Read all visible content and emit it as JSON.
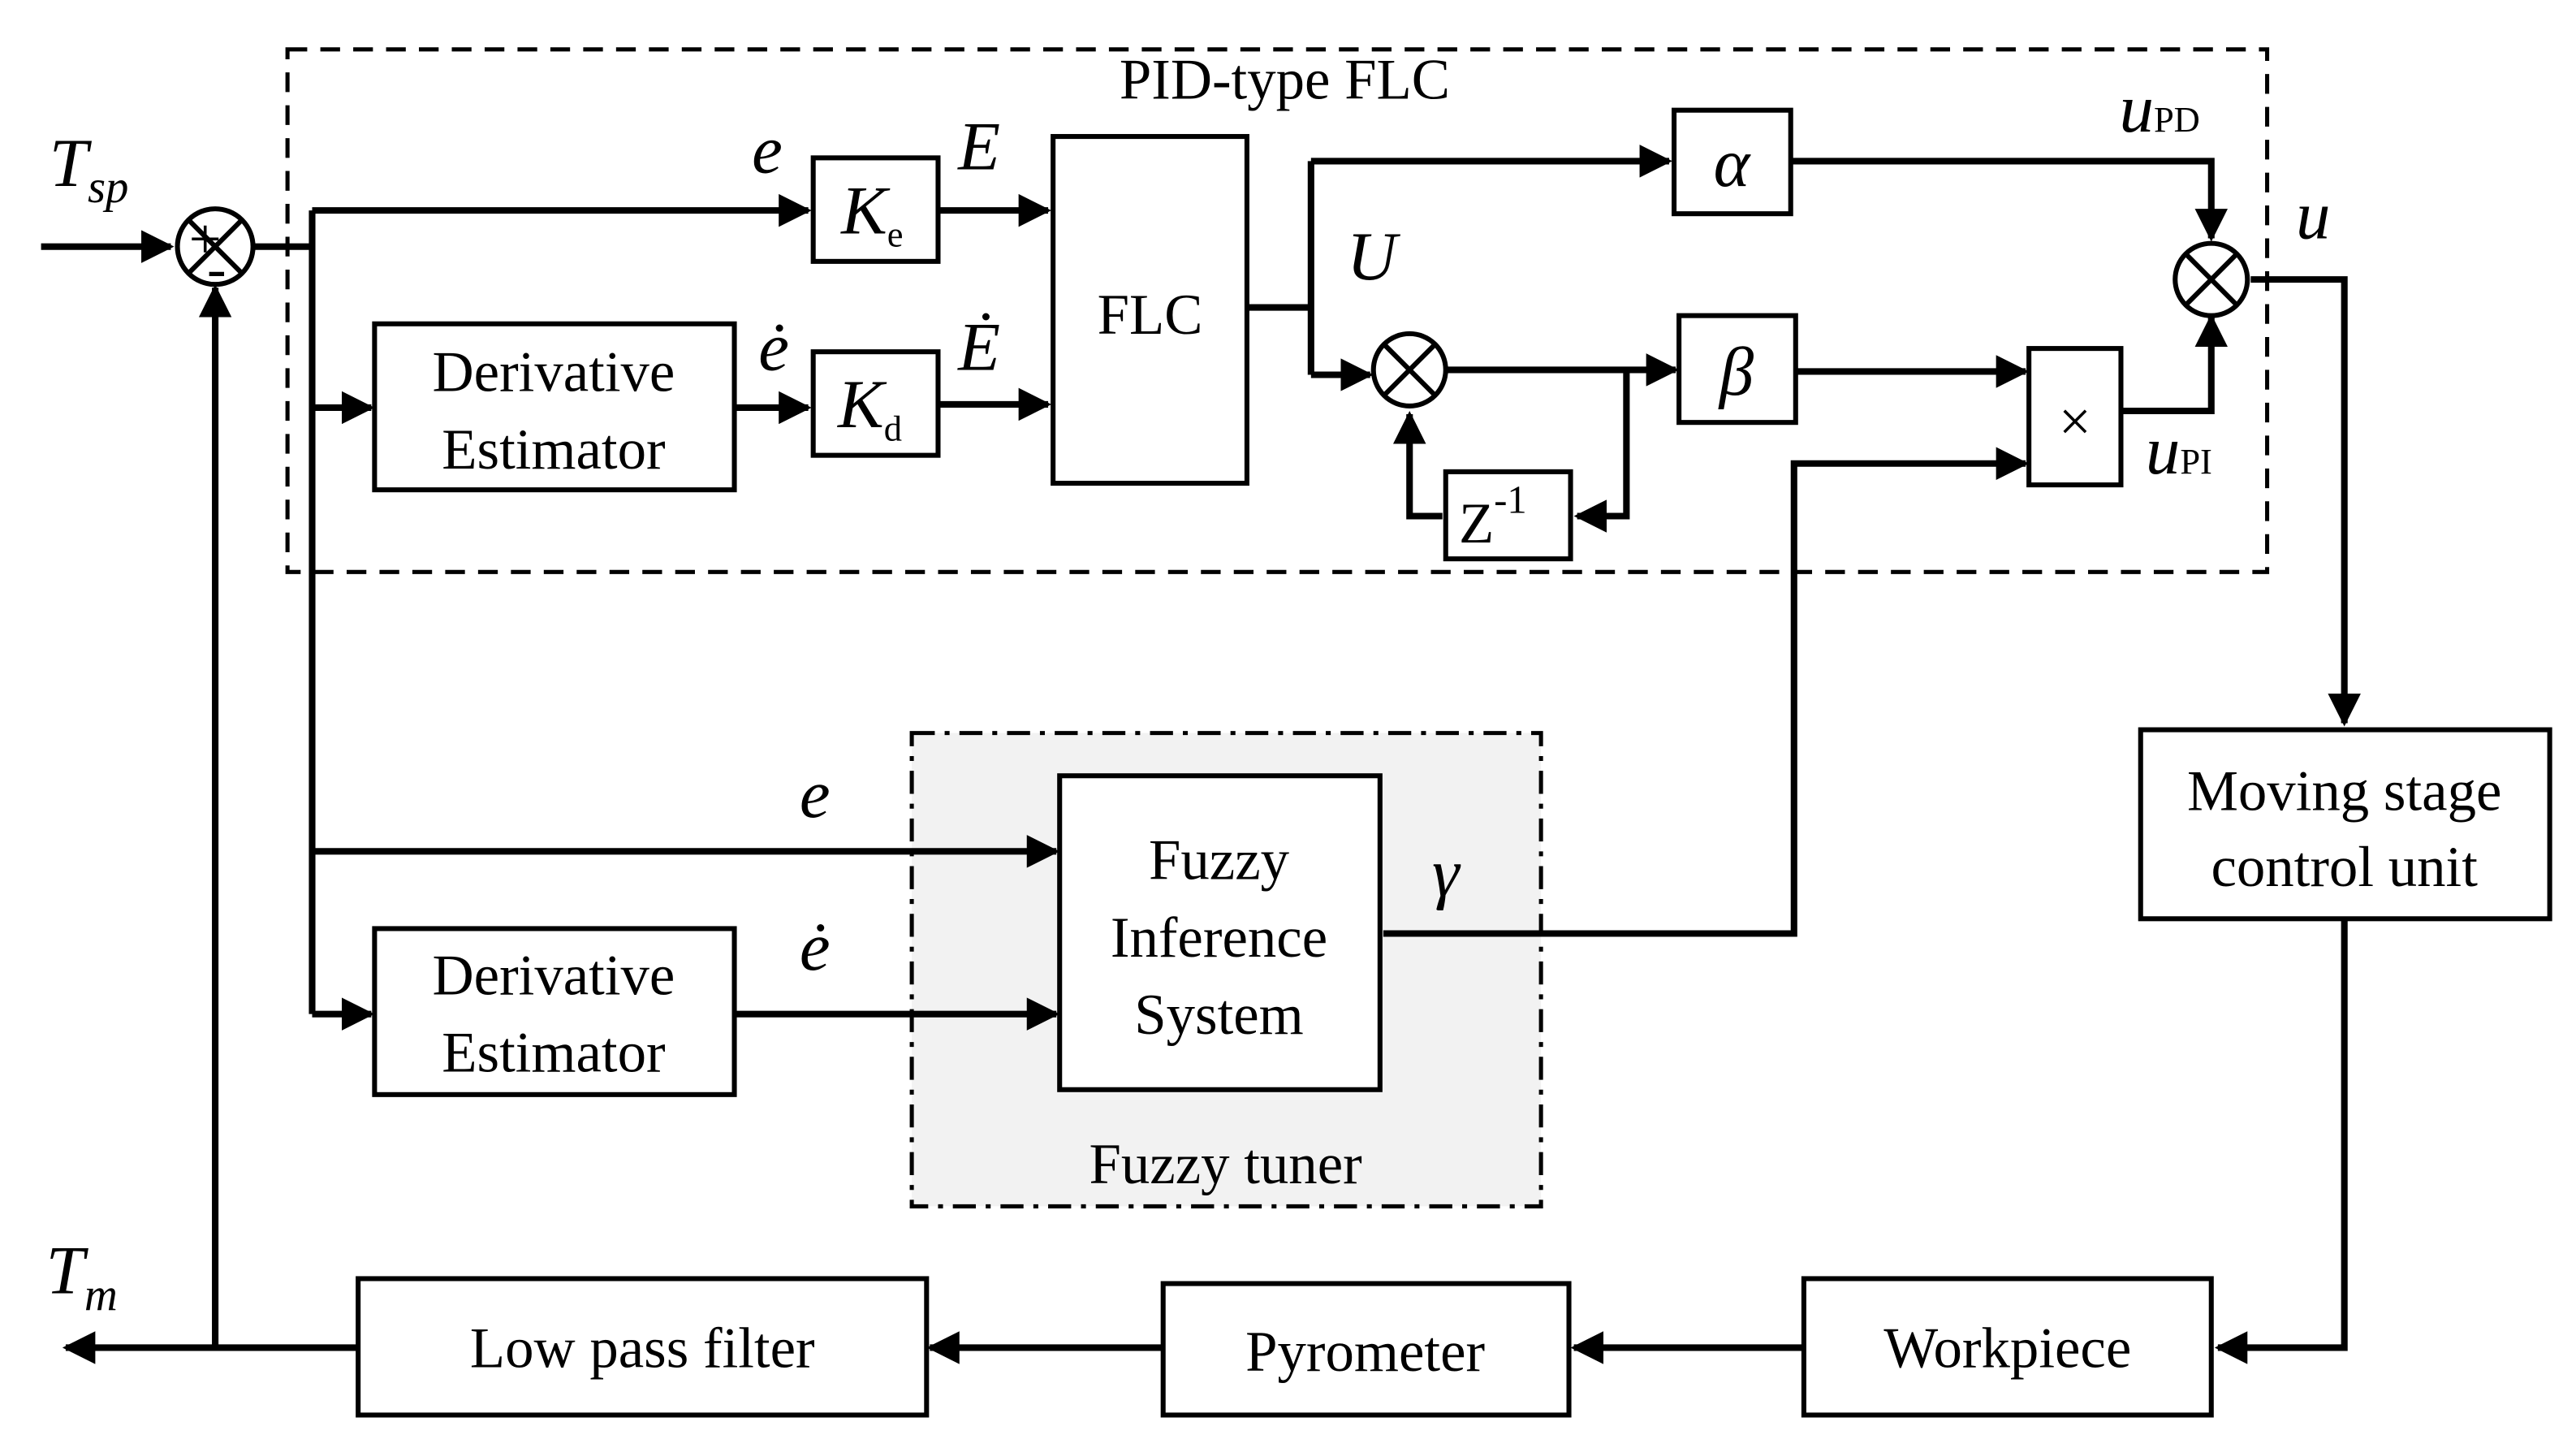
{
  "frames": {
    "pid_flc": "PID-type FLC",
    "fuzzy_tuner": "Fuzzy tuner"
  },
  "blocks": {
    "ke": {
      "k": "K",
      "sub": "e"
    },
    "kd": {
      "k": "K",
      "sub": "d"
    },
    "flc": "FLC",
    "alpha": "α",
    "beta": "β",
    "z_inv": {
      "base": "Z",
      "sup": "-1"
    },
    "multiply": "×",
    "deriv_top": [
      "Derivative",
      "Estimator"
    ],
    "deriv_bottom": [
      "Derivative",
      "Estimator"
    ],
    "fis": [
      "Fuzzy",
      "Inference",
      "System"
    ],
    "moving_stage": [
      "Moving stage",
      "control unit"
    ],
    "workpiece": "Workpiece",
    "pyrometer": "Pyrometer",
    "lpf": "Low pass filter"
  },
  "signals": {
    "tsp": {
      "base": "T",
      "sub": "sp"
    },
    "tm": {
      "base": "T",
      "sub": "m"
    },
    "e_top": "e",
    "edot_top": "ė",
    "E": "E",
    "Edot": "Ė",
    "U": "U",
    "upd": {
      "base": "u",
      "sub": "PD"
    },
    "upi": {
      "base": "u",
      "sub": "PI"
    },
    "u": "u",
    "e_bottom": "e",
    "edot_bottom": "ė",
    "gamma": "γ"
  },
  "summing_junction": {
    "plus": "+",
    "minus": "-"
  }
}
